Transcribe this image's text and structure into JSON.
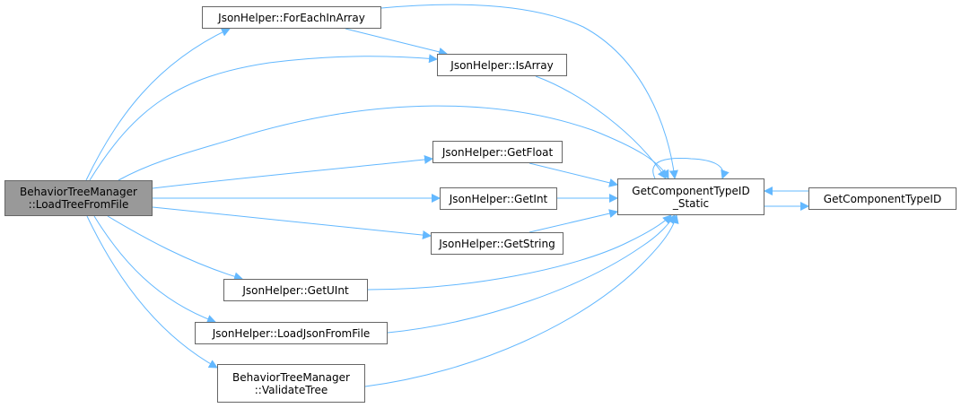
{
  "diagram": {
    "type": "call-graph",
    "edge_color": "#63b8ff",
    "node_border_color": "#666666",
    "root_fill_color": "#999999",
    "nodes": [
      {
        "id": "root",
        "lines": [
          "BehaviorTreeManager",
          "::LoadTreeFromFile"
        ],
        "root": true
      },
      {
        "id": "foreach",
        "lines": [
          "JsonHelper::ForEachInArray"
        ]
      },
      {
        "id": "isarray",
        "lines": [
          "JsonHelper::IsArray"
        ]
      },
      {
        "id": "getfloat",
        "lines": [
          "JsonHelper::GetFloat"
        ]
      },
      {
        "id": "getint",
        "lines": [
          "JsonHelper::GetInt"
        ]
      },
      {
        "id": "getstring",
        "lines": [
          "JsonHelper::GetString"
        ]
      },
      {
        "id": "getuint",
        "lines": [
          "JsonHelper::GetUInt"
        ]
      },
      {
        "id": "loadjson",
        "lines": [
          "JsonHelper::LoadJsonFromFile"
        ]
      },
      {
        "id": "validate",
        "lines": [
          "BehaviorTreeManager",
          "::ValidateTree"
        ]
      },
      {
        "id": "static",
        "lines": [
          "GetComponentTypeID",
          "_Static"
        ]
      },
      {
        "id": "gctid",
        "lines": [
          "GetComponentTypeID"
        ]
      }
    ],
    "edges": [
      {
        "from": "root",
        "to": "foreach"
      },
      {
        "from": "root",
        "to": "isarray"
      },
      {
        "from": "root",
        "to": "static"
      },
      {
        "from": "root",
        "to": "getfloat"
      },
      {
        "from": "root",
        "to": "getint"
      },
      {
        "from": "root",
        "to": "getstring"
      },
      {
        "from": "root",
        "to": "getuint"
      },
      {
        "from": "root",
        "to": "loadjson"
      },
      {
        "from": "root",
        "to": "validate"
      },
      {
        "from": "foreach",
        "to": "isarray"
      },
      {
        "from": "foreach",
        "to": "static"
      },
      {
        "from": "isarray",
        "to": "static"
      },
      {
        "from": "getfloat",
        "to": "static"
      },
      {
        "from": "getint",
        "to": "static"
      },
      {
        "from": "getstring",
        "to": "static"
      },
      {
        "from": "getuint",
        "to": "static"
      },
      {
        "from": "loadjson",
        "to": "static"
      },
      {
        "from": "validate",
        "to": "static"
      },
      {
        "from": "static",
        "to": "static"
      },
      {
        "from": "static",
        "to": "gctid"
      },
      {
        "from": "gctid",
        "to": "static"
      }
    ]
  }
}
